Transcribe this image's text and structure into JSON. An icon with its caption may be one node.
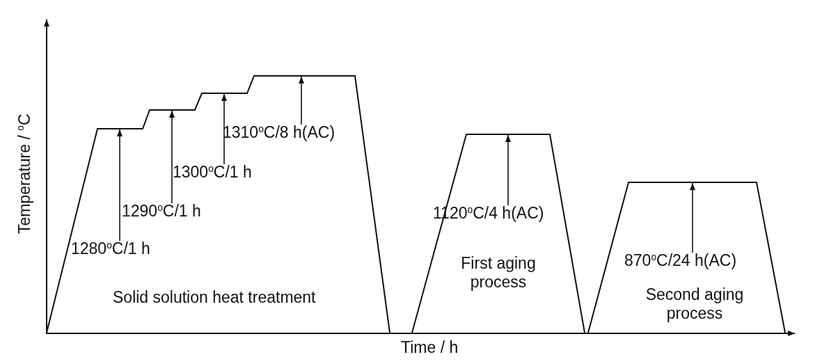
{
  "diagram": {
    "nodes": [
      {
        "text": [
          "1280$^{o}$C/1 h"
        ]
      },
      {
        "text": [
          "1290$^{o}$C/1 h"
        ]
      },
      {
        "text": [
          "1300$^{o}$C/1 h"
        ]
      },
      {
        "text": [
          "1310$^{o}$C/8 h(AC)"
        ]
      },
      {
        "text": [
          "1120$^{o}$C/4 h(AC)"
        ]
      },
      {
        "text": [
          "870$^{o}$C/24 h(AC)"
        ]
      }
    ],
    "edges": [
      {
        "from": 0,
        "to": null,
        "arrow": "to"
      },
      {
        "from": 1,
        "to": null,
        "arrow": "to"
      },
      {
        "from": 2,
        "to": null,
        "arrow": "to"
      },
      {
        "from": 3,
        "to": null,
        "arrow": "to"
      },
      {
        "from": 4,
        "to": null,
        "arrow": "to"
      },
      {
        "from": 5,
        "to": null,
        "arrow": "to"
      }
    ],
    "labels": [
      "Temperature / $^{o}$C",
      "Solid solution heat treatment",
      "First aging process",
      "Second aging process",
      "Time / h"
    ]
  }
}
